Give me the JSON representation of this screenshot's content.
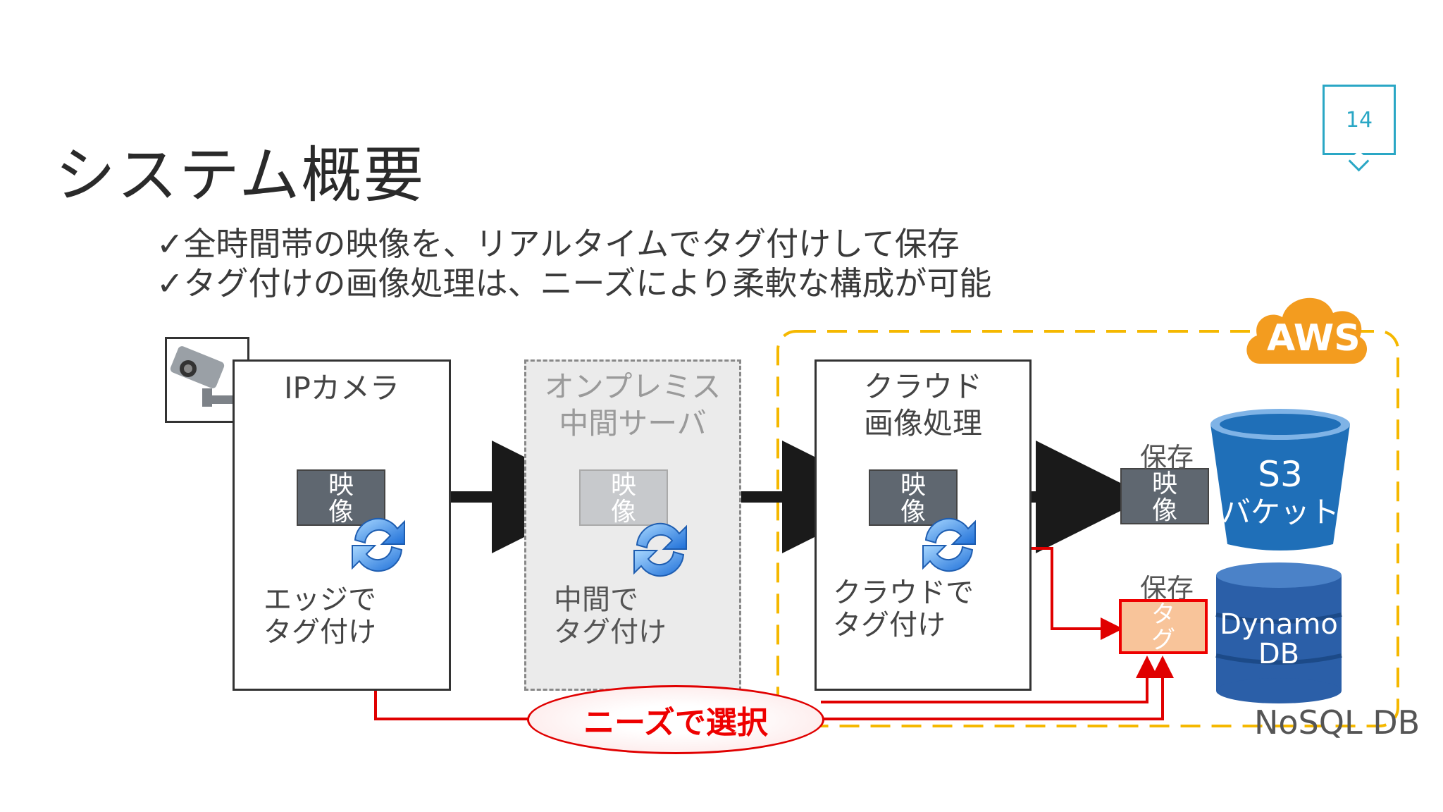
{
  "slide": {
    "title": "システム概要",
    "page_number": "14",
    "bullets": [
      "✓全時間帯の映像を、リアルタイムでタグ付けして保存",
      "✓タグ付けの画像処理は、ニーズにより柔軟な構成が可能"
    ]
  },
  "diagram": {
    "camera": {
      "title": "IPカメラ",
      "video": "映\n像",
      "tagging": "エッジで\nタグ付け"
    },
    "onprem": {
      "title_line1": "オンプレミス",
      "title_line2": "中間サーバ",
      "video": "映\n像",
      "tagging": "中間で\nタグ付け"
    },
    "cloud": {
      "title_line1": "クラウド",
      "title_line2": "画像処理",
      "video": "映\n像",
      "tagging": "クラウドで\nタグ付け"
    },
    "storage": {
      "save_video_label": "保存",
      "video": "映\n像",
      "save_tag_label": "保存",
      "tag": "タ\nグ"
    },
    "selector": "ニーズで選択",
    "aws_label": "AWS",
    "s3": {
      "line1": "S3",
      "line2": "バケット"
    },
    "dynamodb": {
      "line1": "Dynamo",
      "line2": "DB"
    },
    "nosql_label": "NoSQL DB"
  },
  "colors": {
    "accent": "#2aa7c5",
    "aws_orange": "#f39c1f",
    "aws_dashed": "#f5b800",
    "red": "#e00000",
    "s3_blue": "#1f6fb8"
  }
}
